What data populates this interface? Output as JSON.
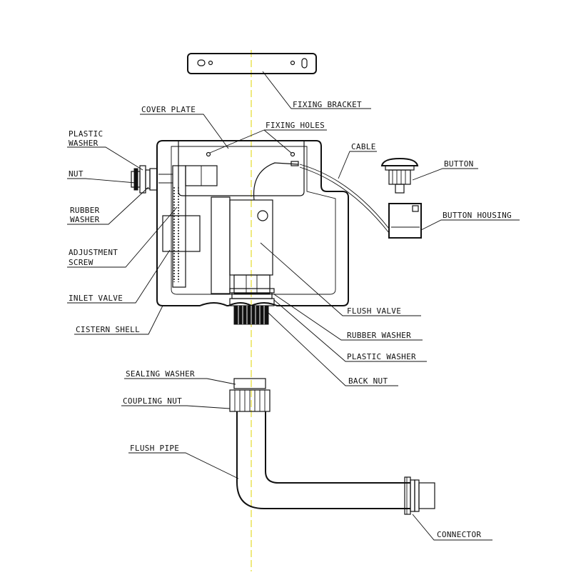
{
  "colors": {
    "line": "#111111",
    "centerline": "#e8e04a",
    "background": "#ffffff"
  },
  "labels": {
    "fixing_bracket": "FIXING BRACKET",
    "cover_plate": "COVER PLATE",
    "fixing_holes": "FIXING HOLES",
    "plastic_washer_1": "PLASTIC",
    "plastic_washer_2": "WASHER",
    "cable": "CABLE",
    "button": "BUTTON",
    "nut": "NUT",
    "button_housing": "BUTTON HOUSING",
    "rubber_washer_1": "RUBBER",
    "rubber_washer_2": "WASHER",
    "adjustment_screw_1": "ADJUSTMENT",
    "adjustment_screw_2": "SCREW",
    "inlet_valve": "INLET VALVE",
    "flush_valve": "FLUSH VALVE",
    "cistern_shell": "CISTERN SHELL",
    "rubber_washer_bottom": "RUBBER WASHER",
    "plastic_washer_bottom": "PLASTIC WASHER",
    "back_nut": "BACK NUT",
    "sealing_washer": "SEALING WASHER",
    "coupling_nut": "COUPLING NUT",
    "flush_pipe": "FLUSH PIPE",
    "connector": "CONNECTOR"
  }
}
